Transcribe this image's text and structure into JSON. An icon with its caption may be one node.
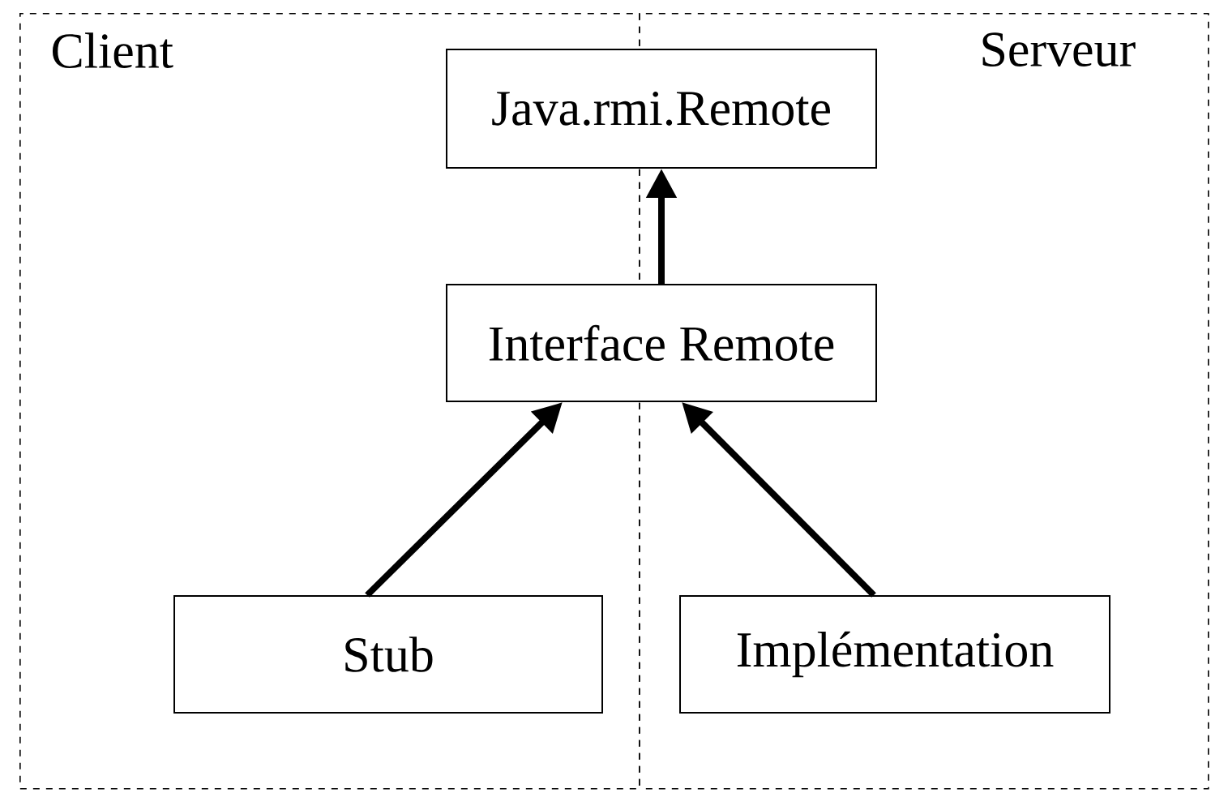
{
  "diagram": {
    "nodes": [
      {
        "text": [
          "Client"
        ]
      },
      {
        "text": [
          "Serveur"
        ]
      },
      {
        "text": [
          "Java.rmi.Remote"
        ]
      },
      {
        "text": [
          "Interface Remote"
        ]
      },
      {
        "text": [
          "Stub"
        ],
        "in": 0
      },
      {
        "text": [
          "Implémentation"
        ],
        "in": 1
      }
    ],
    "edges": [
      {
        "from": 3,
        "to": 2,
        "arrow": "to"
      },
      {
        "from": 4,
        "to": 3,
        "arrow": "to"
      },
      {
        "from": 5,
        "to": 3,
        "arrow": "to"
      }
    ]
  }
}
